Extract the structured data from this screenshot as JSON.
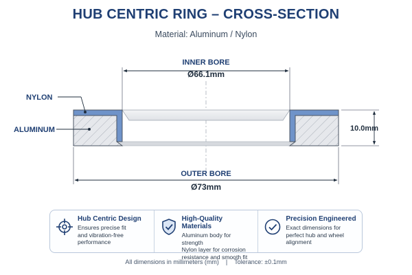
{
  "header": {
    "title": "HUB CENTRIC RING – CROSS-SECTION",
    "subtitle": "Material: Aluminum / Nylon"
  },
  "diagram": {
    "inner_bore_label": "INNER BORE",
    "inner_bore_value": "Ø66.1mm",
    "outer_bore_label": "OUTER BORE",
    "outer_bore_value": "Ø73mm",
    "height_value": "10.0mm",
    "nylon_label": "NYLON",
    "aluminum_label": "ALUMINUM",
    "colors": {
      "nylon": "#6f93c9",
      "aluminum": "#e6e8ec",
      "outline": "#4b5563",
      "accent": "#1f3f73"
    }
  },
  "features": [
    {
      "icon": "crosshair-icon",
      "title": "Hub Centric Design",
      "lines": [
        "Ensures precise fit",
        "and vibration-free",
        "performance"
      ]
    },
    {
      "icon": "shield-check-icon",
      "title": "High-Quality Materials",
      "lines": [
        "Aluminum body for strength",
        "Nylon layer for corrosion",
        "resistance and smooth fit"
      ]
    },
    {
      "icon": "check-circle-icon",
      "title": "Precision Engineered",
      "lines": [
        "Exact dimensions for",
        "perfect hub and wheel",
        "alignment"
      ]
    }
  ],
  "footer": {
    "units_note": "All dimensions in millimeters (mm)",
    "separator": "|",
    "tolerance": "Tolerance: ±0.1mm"
  }
}
